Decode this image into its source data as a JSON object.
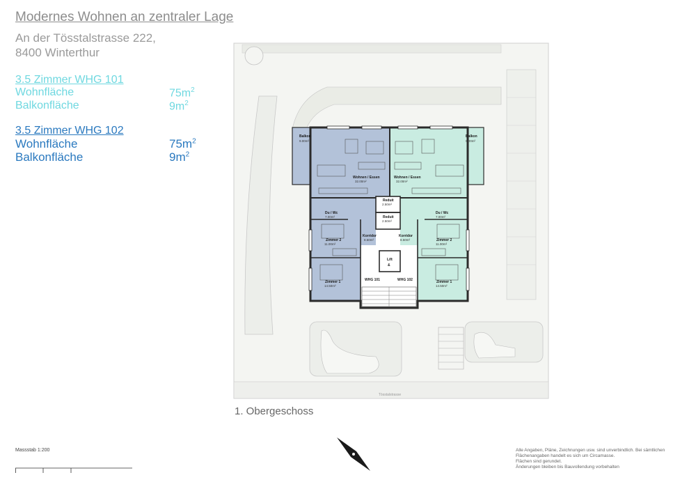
{
  "header": {
    "title": "Modernes Wohnen an zentraler Lage",
    "address_line1": "An der Tösstalstrasse 222,",
    "address_line2": "8400 Winterthur"
  },
  "apartments": [
    {
      "name": "3.5 Zimmer WHG 101",
      "living_label": "Wohnfläche",
      "living_value": "75m",
      "balcony_label": "Balkonfläche",
      "balcony_value": "9m",
      "unit_sup": "2",
      "color": "#6fd8e0"
    },
    {
      "name": "3.5 Zimmer WHG 102",
      "living_label": "Wohnfläche",
      "living_value": "75m",
      "balcony_label": "Balkonfläche",
      "balcony_value": "9m",
      "unit_sup": "2",
      "color": "#2a79bf"
    }
  ],
  "plan": {
    "floor_label": "1. Obergeschoss",
    "street_label": "Tösstalstrasse",
    "colors": {
      "whg101": "#b3c2d9",
      "whg102": "#c9ece1",
      "wall": "#2b2b2b",
      "site": "#f2f4f0"
    },
    "rooms": {
      "balkon_left": "Balkon",
      "balkon_left_area": "9.00m²",
      "balkon_right": "Balkon",
      "balkon_right_area": "9.00m²",
      "wohnen_left": "Wohnen / Essen",
      "wohnen_left_area": "32.00m²",
      "wohnen_right": "Wohnen / Essen",
      "wohnen_right_area": "32.00m²",
      "reduit_top": "Reduit",
      "reduit_top_area": "2.50m²",
      "reduit_bottom": "Reduit",
      "reduit_bottom_area": "2.50m²",
      "duwc_left": "Du / Wc",
      "duwc_left_area": "7.00m²",
      "duwc_right": "Du / Wc",
      "duwc_right_area": "7.00m²",
      "korridor_left": "Korridor",
      "korridor_left_area": "8.50m²",
      "korridor_right": "Korridor",
      "korridor_right_area": "8.50m²",
      "zimmer2_left": "Zimmer 2",
      "zimmer2_left_area": "11.00m²",
      "zimmer2_right": "Zimmer 2",
      "zimmer2_right_area": "11.00m²",
      "zimmer1_left": "Zimmer 1",
      "zimmer1_left_area": "14.50m²",
      "zimmer1_right": "Zimmer 1",
      "zimmer1_right_area": "14.50m²",
      "lift_1": "Lift",
      "lift_2": "&",
      "whg101_label": "WHG 101",
      "whg102_label": "WHG 102"
    }
  },
  "footer": {
    "scale_label": "Massstab 1:200",
    "notes": [
      "Alle Angaben, Pläne, Zeichnungen usw. sind unverbindlich. Bei sämtlichen",
      "Flächenangaben handelt es sich um Circamasse.",
      "Flächen sind gerundet.",
      "Änderungen bleiben bis Bauvollendung vorbehalten"
    ]
  }
}
